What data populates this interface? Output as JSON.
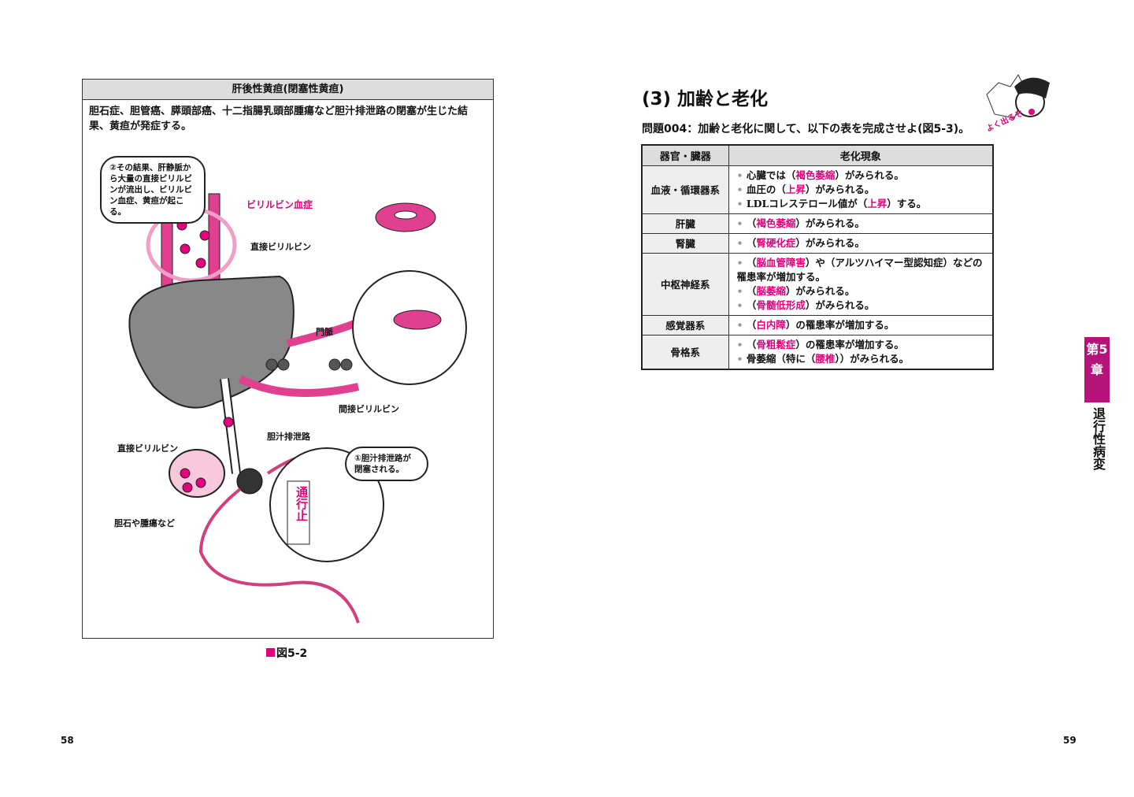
{
  "left_page": {
    "figure": {
      "header": "肝後性黄疸(閉塞性黄疸)",
      "text": "胆石症、胆管癌、膵頭部癌、十二指腸乳頭部腫瘍など胆汁排泄路の閉塞が生じた結果、黄疸が発症する。",
      "bubble2": "②その結果、肝静脈から大量の直接ビリルビンが流出し、ビリルビン血症、黄疸が起こる。",
      "bubble1": "①胆汁排泄路が閉塞される。",
      "labels": {
        "bilirubinemia": "ビリルビン血症",
        "direct_bilirubin_top": "直接ビリルビン",
        "portal_vein": "門脈",
        "indirect_bilirubin": "間接ビリルビン",
        "bile_duct": "胆汁排泄路",
        "direct_bilirubin_bottom": "直接ビリルビン",
        "stone_tumor": "胆石や腫瘍など",
        "sign": "通行止"
      }
    },
    "caption": "図5-2",
    "page_number": "58"
  },
  "right_page": {
    "title": "(3) 加齢と老化",
    "question": "問題004：加齢と老化に関して、以下の表を完成させよ(図5-3)。",
    "mascot_text": "よく出るぞ",
    "table": {
      "headers": [
        "器官・臓器",
        "老化現象"
      ],
      "rows": [
        {
          "organ": "血液・循環器系",
          "items": [
            [
              "心臓では（",
              "褐色萎縮",
              "）がみられる。"
            ],
            [
              "血圧の（",
              "上昇",
              "）がみられる。"
            ],
            [
              "LDLコレステロール値が（",
              "上昇",
              "）する。"
            ]
          ]
        },
        {
          "organ": "肝臓",
          "items": [
            [
              "（",
              "褐色萎縮",
              "）がみられる。"
            ]
          ]
        },
        {
          "organ": "腎臓",
          "items": [
            [
              "（",
              "腎硬化症",
              "）がみられる。"
            ]
          ]
        },
        {
          "organ": "中枢神経系",
          "items": [
            [
              "（",
              "脳血管障害",
              "）や（アルツハイマー型認知症）などの罹患率が増加する。"
            ],
            [
              "（",
              "脳萎縮",
              "）がみられる。"
            ],
            [
              "（",
              "骨髄低形成",
              "）がみられる。"
            ]
          ]
        },
        {
          "organ": "感覚器系",
          "items": [
            [
              "（",
              "白内障",
              "）の罹患率が増加する。"
            ]
          ]
        },
        {
          "organ": "骨格系",
          "items": [
            [
              "（",
              "骨粗鬆症",
              "）の罹患率が増加する。"
            ],
            [
              "骨萎縮（特に（",
              "腰椎",
              "））がみられる。"
            ]
          ]
        }
      ]
    },
    "chapter_tab": {
      "label": "第5章",
      "title": "退行性病変"
    },
    "page_number": "59",
    "colors": {
      "accent": "#e4007f",
      "tab": "#b5127a"
    }
  }
}
